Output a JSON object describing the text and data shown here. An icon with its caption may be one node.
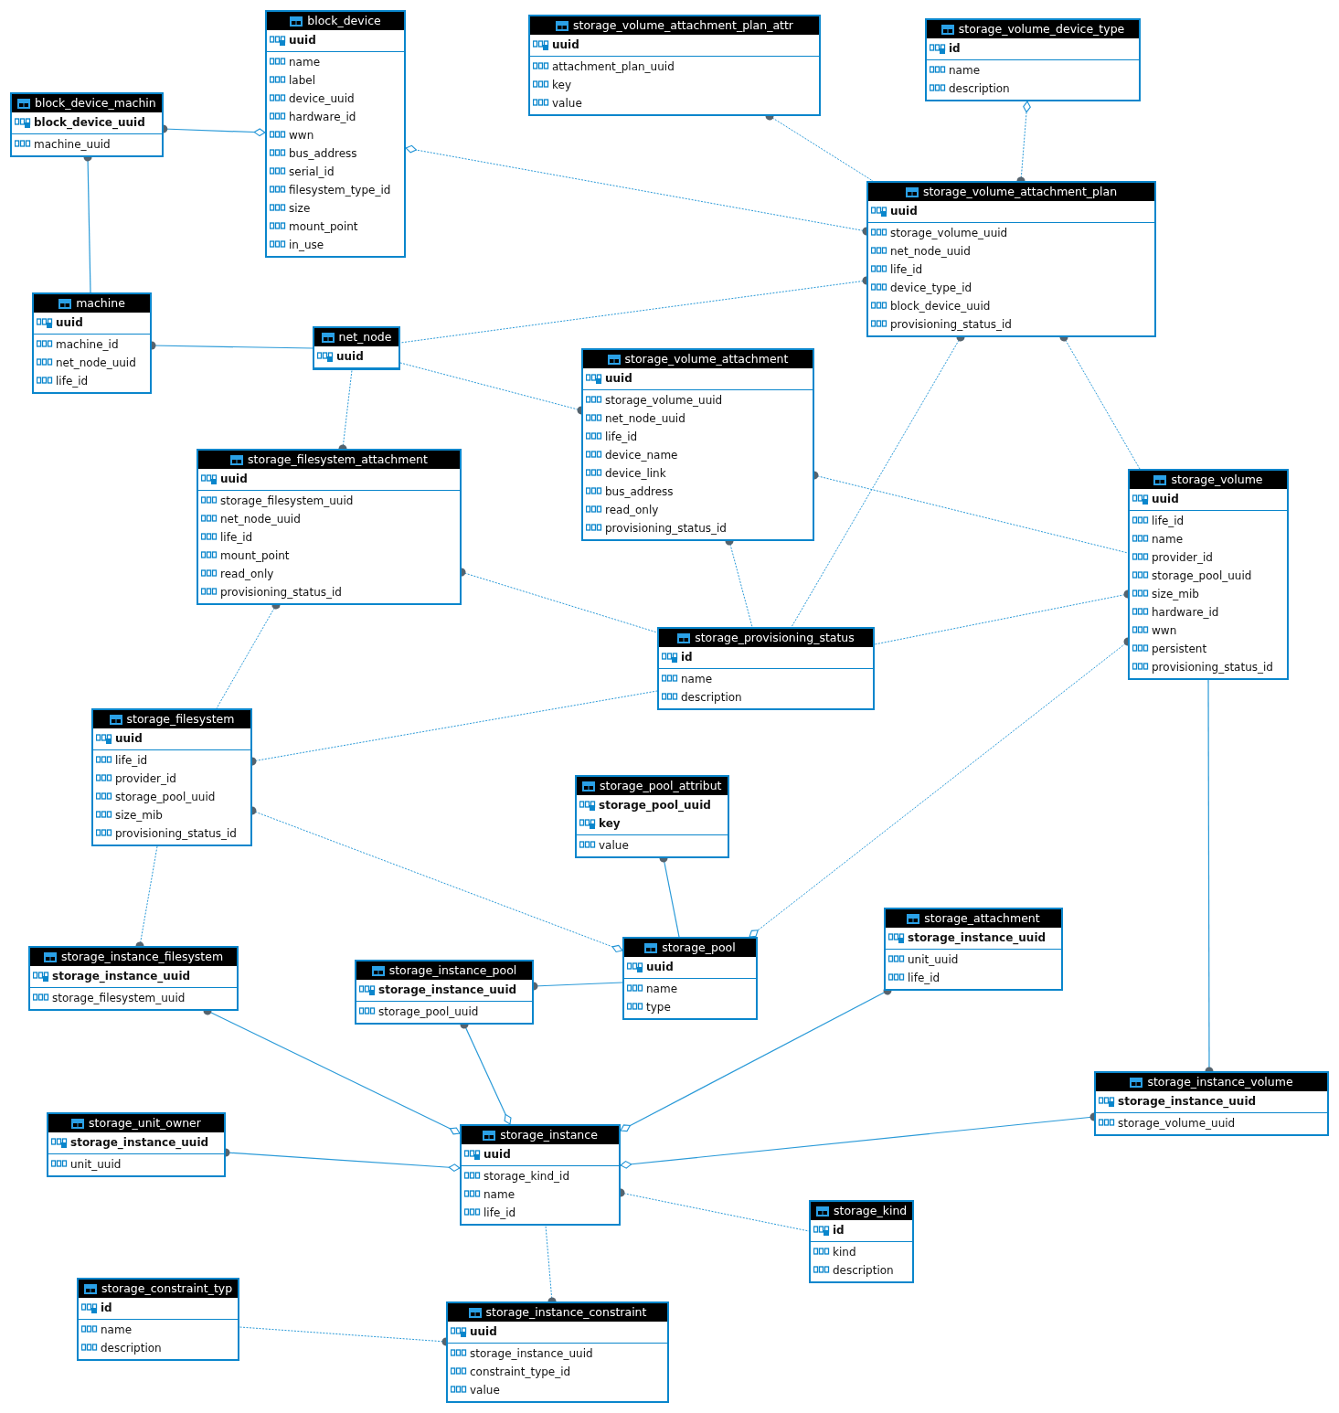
{
  "diagram": {
    "nodes": [
      {
        "text": [
          "block_device",
          "uuid",
          "name",
          "label",
          "device_uuid",
          "hardware_id",
          "wwn",
          "bus_address",
          "serial_id",
          "filesystem_type_id",
          "size",
          "mount_point",
          "in_use"
        ]
      },
      {
        "text": [
          "storage_volume_attachment_plan_attr",
          "uuid",
          "attachment_plan_uuid",
          "key",
          "value"
        ]
      },
      {
        "text": [
          "storage_volume_device_type",
          "id",
          "name",
          "description"
        ]
      },
      {
        "text": [
          "block_device_machin",
          "block_device_uuid",
          "machine_uuid"
        ]
      },
      {
        "text": [
          "storage_volume_attachment_plan",
          "uuid",
          "storage_volume_uuid",
          "net_node_uuid",
          "life_id",
          "device_type_id",
          "block_device_uuid",
          "provisioning_status_id"
        ]
      },
      {
        "text": [
          "machine",
          "uuid",
          "machine_id",
          "net_node_uuid",
          "life_id"
        ]
      },
      {
        "text": [
          "net_node",
          "uuid"
        ]
      },
      {
        "text": [
          "storage_volume_attachment",
          "uuid",
          "storage_volume_uuid",
          "net_node_uuid",
          "life_id",
          "device_name",
          "device_link",
          "bus_address",
          "read_only",
          "provisioning_status_id"
        ]
      },
      {
        "text": [
          "storage_filesystem_attachment",
          "uuid",
          "storage_filesystem_uuid",
          "net_node_uuid",
          "life_id",
          "mount_point",
          "read_only",
          "provisioning_status_id"
        ]
      },
      {
        "text": [
          "storage_volume",
          "uuid",
          "life_id",
          "name",
          "provider_id",
          "storage_pool_uuid",
          "size_mib",
          "hardware_id",
          "wwn",
          "persistent",
          "provisioning_status_id"
        ]
      },
      {
        "text": [
          "storage_provisioning_status",
          "id",
          "name",
          "description"
        ]
      },
      {
        "text": [
          "storage_filesystem",
          "uuid",
          "life_id",
          "provider_id",
          "storage_pool_uuid",
          "size_mib",
          "provisioning_status_id"
        ]
      },
      {
        "text": [
          "storage_pool_attribut",
          "storage_pool_uuid",
          "key",
          "value"
        ]
      },
      {
        "text": [
          "storage_attachment",
          "storage_instance_uuid",
          "unit_uuid",
          "life_id"
        ]
      },
      {
        "text": [
          "storage_pool",
          "uuid",
          "name",
          "type"
        ]
      },
      {
        "text": [
          "storage_instance_filesystem",
          "storage_instance_uuid",
          "storage_filesystem_uuid"
        ]
      },
      {
        "text": [
          "storage_instance_pool",
          "storage_instance_uuid",
          "storage_pool_uuid"
        ]
      },
      {
        "text": [
          "storage_instance_volume",
          "storage_instance_uuid",
          "storage_volume_uuid"
        ]
      },
      {
        "text": [
          "storage_unit_owner",
          "storage_instance_uuid",
          "unit_uuid"
        ]
      },
      {
        "text": [
          "storage_instance",
          "uuid",
          "storage_kind_id",
          "name",
          "life_id"
        ]
      },
      {
        "text": [
          "storage_kind",
          "id",
          "kind",
          "description"
        ]
      },
      {
        "text": [
          "storage_constraint_typ",
          "id",
          "name",
          "description"
        ]
      },
      {
        "text": [
          "storage_instance_constraint",
          "uuid",
          "storage_instance_uuid",
          "constraint_type_id",
          "value"
        ]
      }
    ],
    "edges": [
      {
        "from": 3,
        "to": 0,
        "arrow": "other"
      },
      {
        "from": 4,
        "to": 0,
        "arrow": "other",
        "style": "dashed"
      },
      {
        "from": 1,
        "to": 4,
        "arrow": "other",
        "style": "dashed"
      },
      {
        "from": 4,
        "to": 2,
        "arrow": "other",
        "style": "dashed"
      },
      {
        "from": 3,
        "to": 5,
        "arrow": "other"
      },
      {
        "from": 5,
        "to": 6,
        "arrow": "other"
      },
      {
        "from": 4,
        "to": 6,
        "arrow": "other",
        "style": "dashed"
      },
      {
        "from": 7,
        "to": 6,
        "arrow": "other",
        "style": "dashed"
      },
      {
        "from": 8,
        "to": 6,
        "arrow": "other",
        "style": "dashed"
      },
      {
        "from": 4,
        "to": 9,
        "arrow": "other",
        "style": "dashed"
      },
      {
        "from": 4,
        "to": 10,
        "arrow": "other",
        "style": "dashed"
      },
      {
        "from": 7,
        "to": 9,
        "arrow": "other",
        "style": "dashed"
      },
      {
        "from": 7,
        "to": 10,
        "arrow": "other",
        "style": "dashed"
      },
      {
        "from": 8,
        "to": 10,
        "arrow": "other",
        "style": "dashed"
      },
      {
        "from": 9,
        "to": 10,
        "arrow": "other",
        "style": "dashed"
      },
      {
        "from": 8,
        "to": 11,
        "arrow": "other",
        "style": "dashed"
      },
      {
        "from": 11,
        "to": 10,
        "arrow": "other",
        "style": "dashed"
      },
      {
        "from": 9,
        "to": 14,
        "arrow": "other",
        "style": "dashed"
      },
      {
        "from": 11,
        "to": 14,
        "arrow": "other",
        "style": "dashed"
      },
      {
        "from": 15,
        "to": 11,
        "arrow": "other",
        "style": "dashed"
      },
      {
        "from": 12,
        "to": 14,
        "arrow": "other"
      },
      {
        "from": 16,
        "to": 14,
        "arrow": "other"
      },
      {
        "from": 17,
        "to": 9,
        "arrow": "other"
      },
      {
        "from": 15,
        "to": 19,
        "arrow": "other"
      },
      {
        "from": 16,
        "to": 19,
        "arrow": "other"
      },
      {
        "from": 13,
        "to": 19,
        "arrow": "other"
      },
      {
        "from": 18,
        "to": 19,
        "arrow": "other"
      },
      {
        "from": 17,
        "to": 19,
        "arrow": "other"
      },
      {
        "from": 19,
        "to": 20,
        "arrow": "other",
        "style": "dashed"
      },
      {
        "from": 22,
        "to": 19,
        "arrow": "other",
        "style": "dashed"
      },
      {
        "from": 22,
        "to": 21,
        "arrow": "other",
        "style": "dashed"
      }
    ]
  }
}
